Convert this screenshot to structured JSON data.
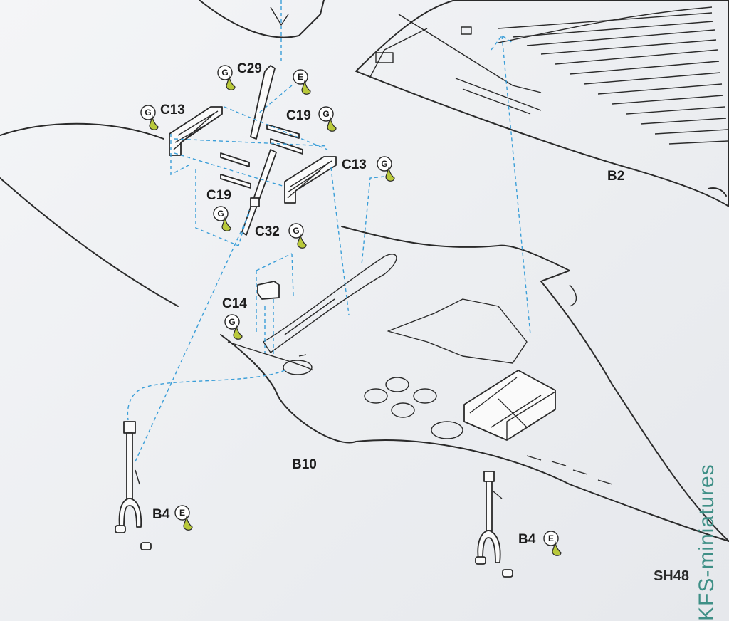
{
  "labels": {
    "c29": "C29",
    "c13_left": "C13",
    "c19_right": "C19",
    "c13_right": "C13",
    "c19_left": "C19",
    "c32": "C32",
    "c14": "C14",
    "b2": "B2",
    "b10": "B10",
    "b4_left": "B4",
    "b4_right": "B4"
  },
  "badges": {
    "c29": "G",
    "c13_left": "G",
    "e_top": "E",
    "c19_right": "G",
    "c13_right": "G",
    "c19_left": "G",
    "c32": "G",
    "c14": "G",
    "b4_left": "E",
    "b4_right": "E"
  },
  "watermark": "KFS-miniatures",
  "corner_text": "SH48",
  "colors": {
    "guide": "#3a9ed8",
    "paint_drop": "#b9c93a",
    "watermark": "#3e8f86",
    "ink": "#2a2a2a"
  },
  "icons": [
    "paint-drop-icon",
    "assembly-arrow",
    "paint-code-badge"
  ]
}
